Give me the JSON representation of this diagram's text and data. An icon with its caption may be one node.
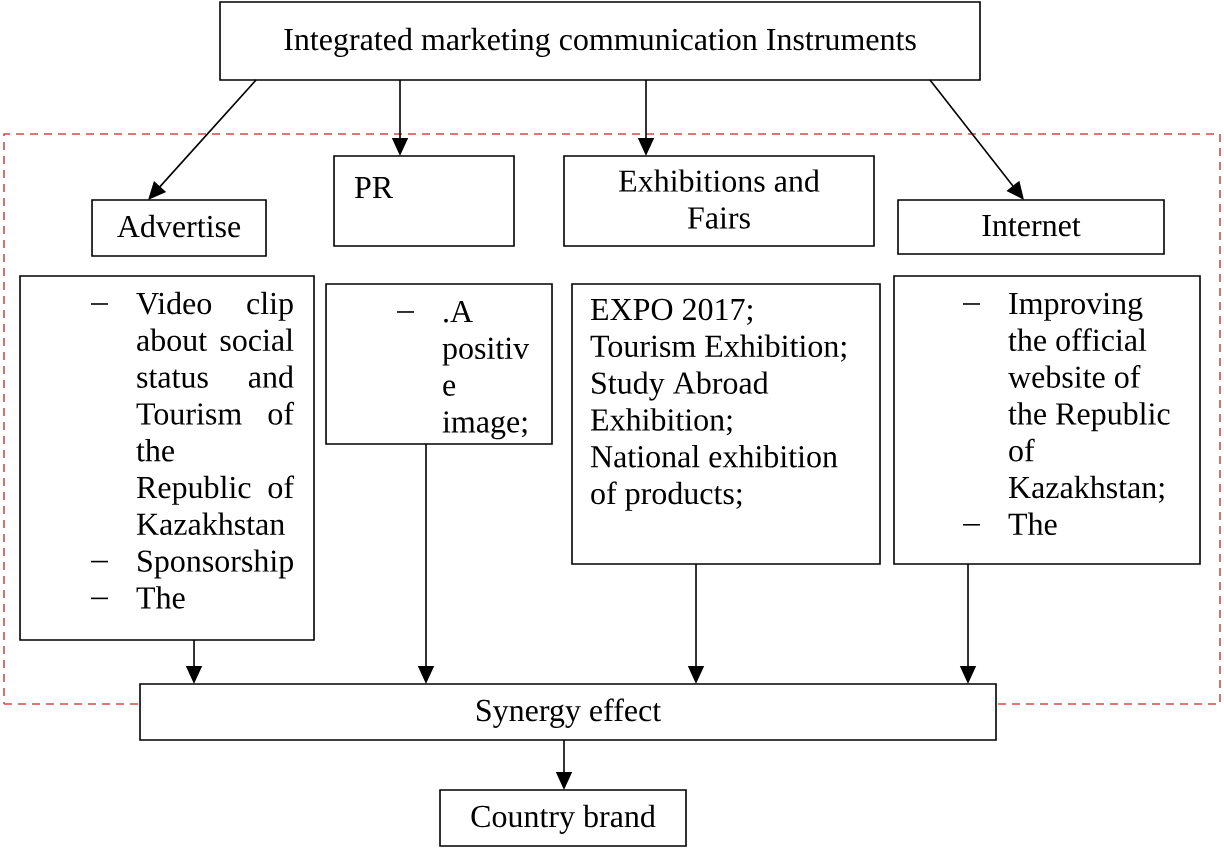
{
  "diagram": {
    "nodes": [
      {
        "text": [
          "Integrated marketing communication Instruments"
        ]
      },
      {
        "text": [],
        "shape": "box"
      },
      {
        "text": [
          "Advertise"
        ],
        "in": 1
      },
      {
        "text": [
          "PR"
        ],
        "in": 1
      },
      {
        "text": [
          "Exhibitions and Fairs"
        ],
        "in": 1
      },
      {
        "text": [
          "Internet"
        ],
        "in": 1
      },
      {
        "text": [
          "Video clip about social status and Tourism of the Republic of Kazakhstan",
          "Sponsorship",
          "The"
        ],
        "in": 1
      },
      {
        "text": [
          ".A positiv e image;"
        ],
        "in": 1
      },
      {
        "text": [
          "EXPO 2017;",
          "Tourism Exhibition;",
          "Study Abroad Exhibition;",
          "National exhibition of products;"
        ],
        "in": 1
      },
      {
        "text": [
          "Improving the official website of the Republic of Kazakhstan;",
          "The"
        ],
        "in": 1
      },
      {
        "text": [
          "Synergy effect"
        ]
      },
      {
        "text": [
          "Country brand"
        ]
      }
    ],
    "edges": [
      {
        "from": 0,
        "to": 2,
        "arrow": "to"
      },
      {
        "from": 0,
        "to": 3,
        "arrow": "to"
      },
      {
        "from": 0,
        "to": 4,
        "arrow": "to"
      },
      {
        "from": 0,
        "to": 5,
        "arrow": "to"
      },
      {
        "from": 6,
        "to": 10,
        "arrow": "to"
      },
      {
        "from": 7,
        "to": 10,
        "arrow": "to"
      },
      {
        "from": 8,
        "to": 10,
        "arrow": "to"
      },
      {
        "from": 9,
        "to": 10,
        "arrow": "to"
      },
      {
        "from": 10,
        "to": 11,
        "arrow": "to"
      }
    ]
  }
}
